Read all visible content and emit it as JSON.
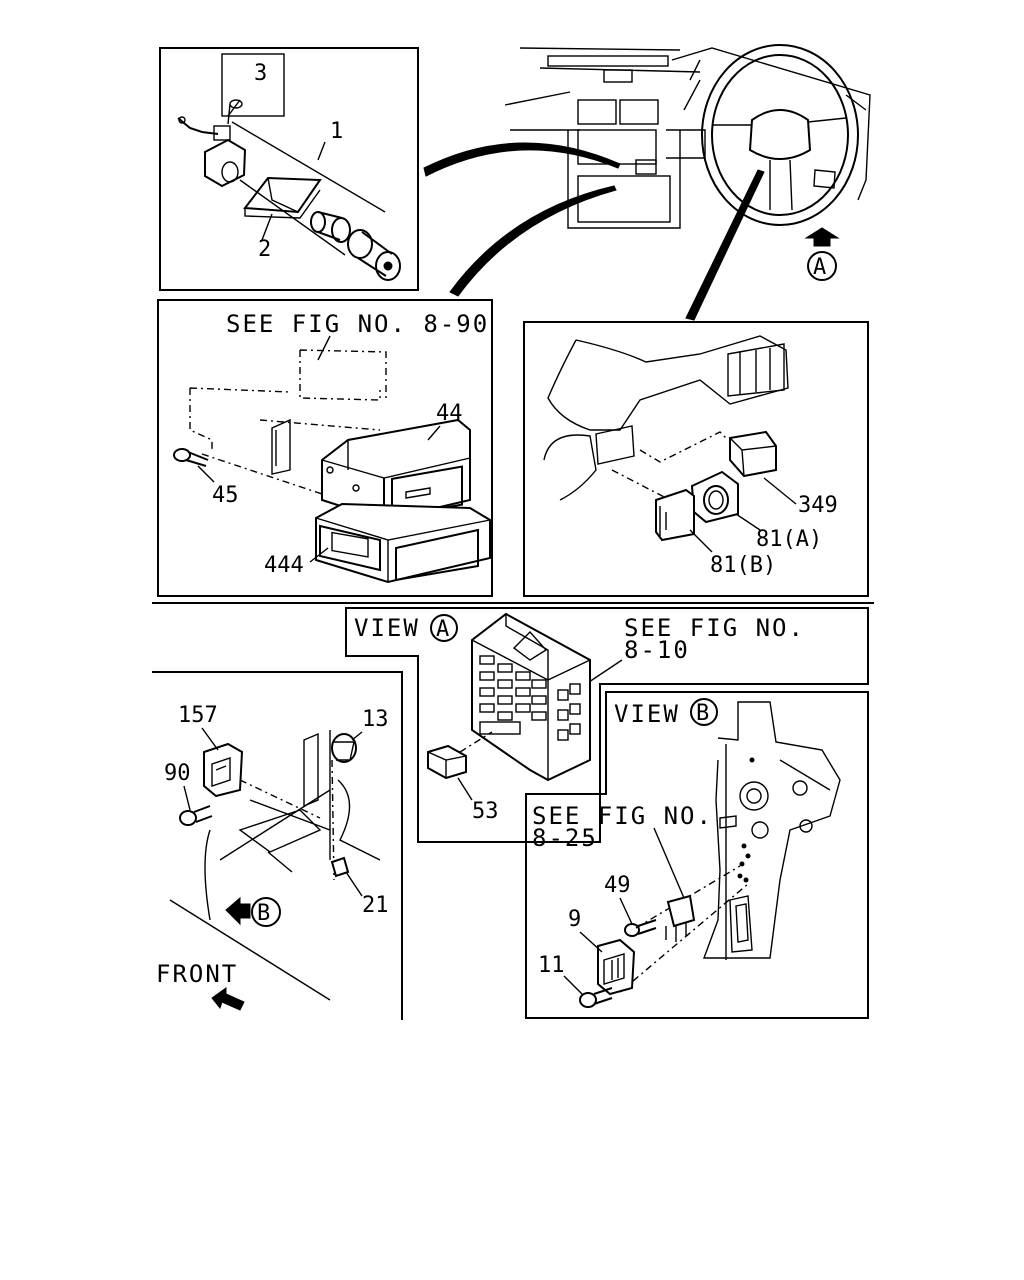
{
  "parts": {
    "p1": "1",
    "p2": "2",
    "p3": "3",
    "p44": "44",
    "p45": "45",
    "p444": "444",
    "p349": "349",
    "p81a": "81(A)",
    "p81b": "81(B)",
    "p53": "53",
    "p157": "157",
    "p13": "13",
    "p90": "90",
    "p21": "21",
    "p49": "49",
    "p9": "9",
    "p11": "11"
  },
  "refs": {
    "see_8_90": "SEE FIG NO. 8-90",
    "see_8_10_a": "SEE FIG NO.",
    "see_8_10_b": "8-10",
    "see_8_25_a": "SEE FIG NO.",
    "see_8_25_b": "8-25"
  },
  "views": {
    "view_a": "VIEW",
    "view_b": "VIEW",
    "marker_a": "A",
    "marker_b": "B"
  },
  "orientation": {
    "front": "FRONT"
  }
}
